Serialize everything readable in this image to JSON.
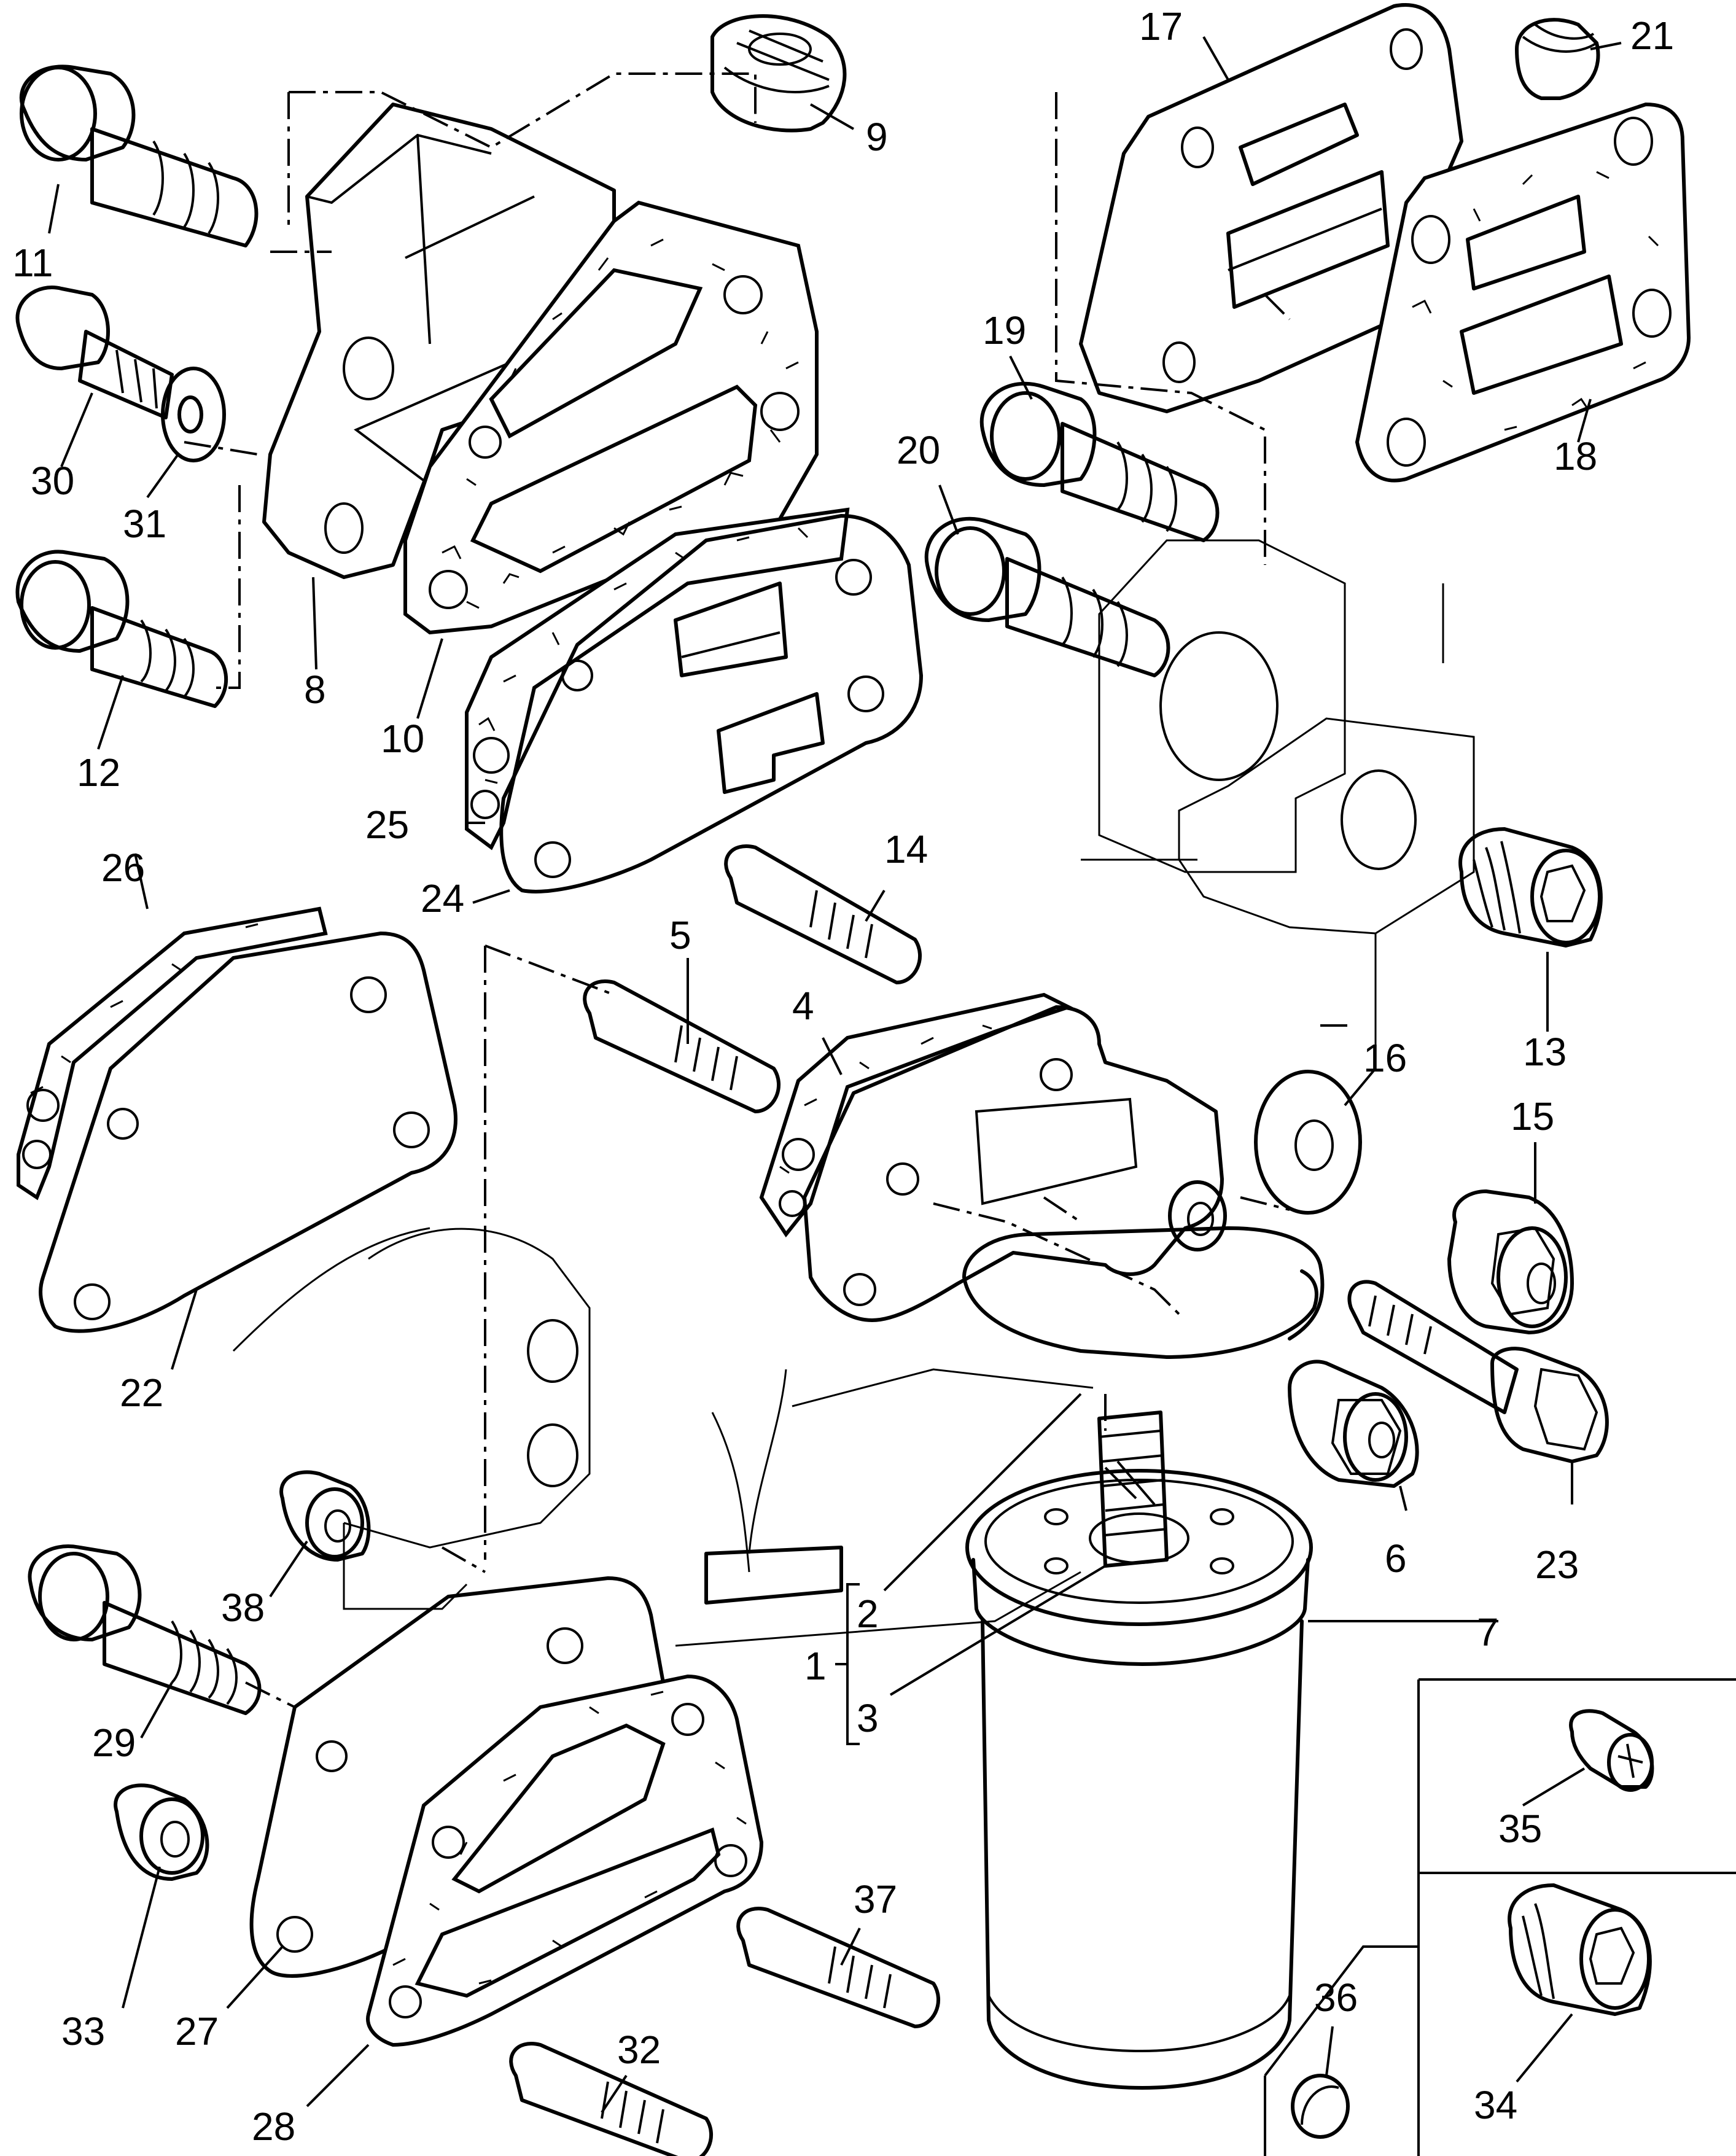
{
  "diagram": {
    "parts": [
      {
        "id": "part-1",
        "label": "1"
      },
      {
        "id": "part-2",
        "label": "2"
      },
      {
        "id": "part-3",
        "label": "3"
      },
      {
        "id": "part-4",
        "label": "4"
      },
      {
        "id": "part-5",
        "label": "5"
      },
      {
        "id": "part-6",
        "label": "6"
      },
      {
        "id": "part-7",
        "label": "7"
      },
      {
        "id": "part-8",
        "label": "8"
      },
      {
        "id": "part-9",
        "label": "9"
      },
      {
        "id": "part-10",
        "label": "10"
      },
      {
        "id": "part-11",
        "label": "11"
      },
      {
        "id": "part-12",
        "label": "12"
      },
      {
        "id": "part-13",
        "label": "13"
      },
      {
        "id": "part-14",
        "label": "14"
      },
      {
        "id": "part-15",
        "label": "15"
      },
      {
        "id": "part-16",
        "label": "16"
      },
      {
        "id": "part-17",
        "label": "17"
      },
      {
        "id": "part-18",
        "label": "18"
      },
      {
        "id": "part-19",
        "label": "19"
      },
      {
        "id": "part-20",
        "label": "20"
      },
      {
        "id": "part-21",
        "label": "21"
      },
      {
        "id": "part-22",
        "label": "22"
      },
      {
        "id": "part-23",
        "label": "23"
      },
      {
        "id": "part-24",
        "label": "24"
      },
      {
        "id": "part-25",
        "label": "25"
      },
      {
        "id": "part-26",
        "label": "26"
      },
      {
        "id": "part-27",
        "label": "27"
      },
      {
        "id": "part-28",
        "label": "28"
      },
      {
        "id": "part-29",
        "label": "29"
      },
      {
        "id": "part-30",
        "label": "30"
      },
      {
        "id": "part-31",
        "label": "31"
      },
      {
        "id": "part-32",
        "label": "32"
      },
      {
        "id": "part-33",
        "label": "33"
      },
      {
        "id": "part-34",
        "label": "34"
      },
      {
        "id": "part-35",
        "label": "35"
      },
      {
        "id": "part-36",
        "label": "36"
      },
      {
        "id": "part-37",
        "label": "37"
      },
      {
        "id": "part-38",
        "label": "38"
      }
    ]
  }
}
